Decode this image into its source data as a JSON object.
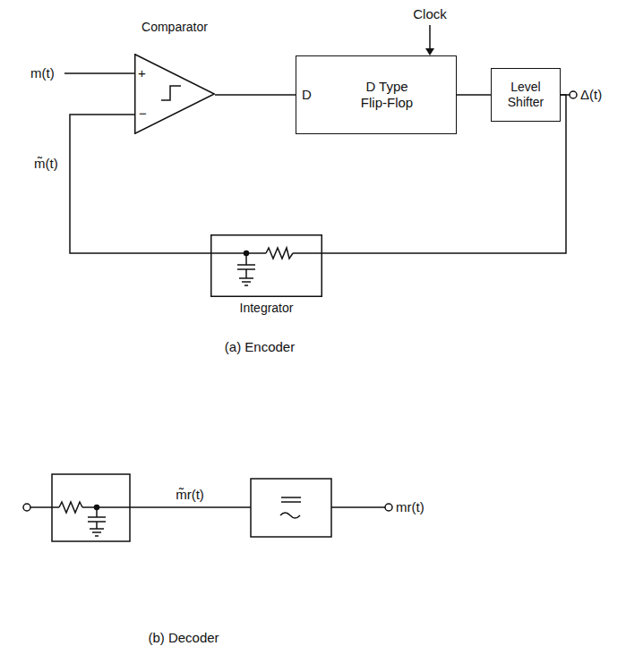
{
  "diagram": {
    "nodes": [
      {
        "text": [
          "Comparator"
        ]
      },
      {
        "text": [
          "D Type Flip-Flop"
        ]
      },
      {
        "text": [
          "Level Shifter"
        ]
      },
      {
        "text": [
          "Integrator"
        ]
      }
    ],
    "edges": [
      {
        "from": 0,
        "to": 1,
        "arrow": "none"
      },
      {
        "from": 1,
        "to": 2,
        "arrow": "none"
      },
      {
        "from": 2,
        "to": 3,
        "arrow": "none"
      },
      {
        "from": 3,
        "to": 0,
        "arrow": "none"
      }
    ],
    "labels": [
      "Clock",
      "m(t)",
      "+",
      "−",
      "D",
      "Δ(t)",
      "m̃(t)",
      "(a) Encoder",
      "m̃r(t)",
      "mr(t)",
      "(b) Decoder"
    ]
  }
}
